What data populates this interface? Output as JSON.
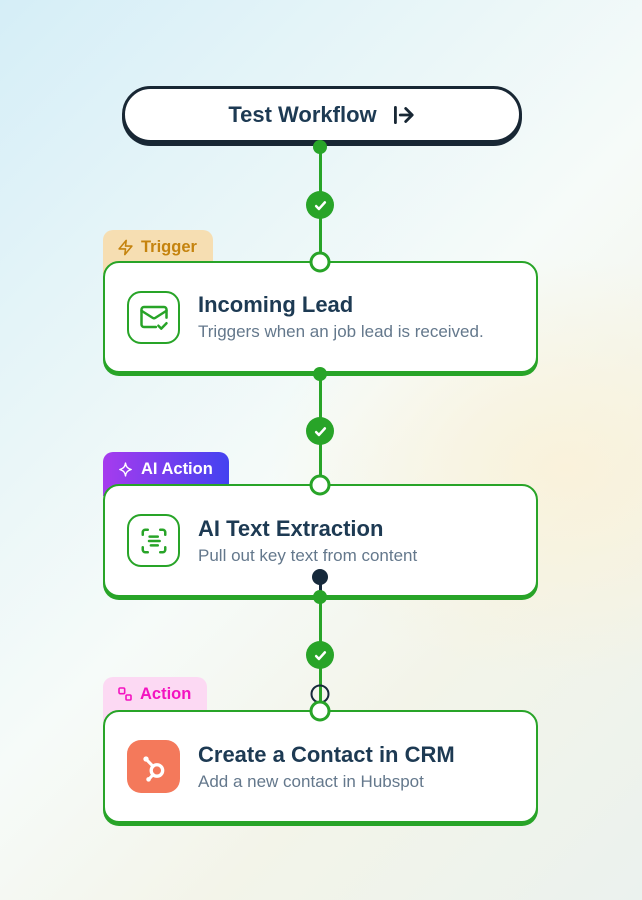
{
  "button": {
    "label": "Test Workflow",
    "icon": "run-arrow-icon"
  },
  "nodes": [
    {
      "badge": "Trigger",
      "badge_icon": "bolt-icon",
      "title": "Incoming Lead",
      "subtitle": "Triggers when an job lead is received.",
      "card_icon": "mail-check-icon"
    },
    {
      "badge": "AI Action",
      "badge_icon": "sparkle-icon",
      "title": "AI Text Extraction",
      "subtitle": "Pull out key text from content",
      "card_icon": "scan-text-icon"
    },
    {
      "badge": "Action",
      "badge_icon": "workflow-icon",
      "title": "Create a Contact in CRM",
      "subtitle": "Add a new contact in Hubspot",
      "card_icon": "hubspot-icon"
    }
  ],
  "connectors": [
    {
      "status": "completed",
      "icon": "check-icon"
    },
    {
      "status": "completed",
      "icon": "check-icon"
    },
    {
      "status": "completed",
      "icon": "check-icon"
    }
  ],
  "colors": {
    "accent_green": "#28a428",
    "navy_text": "#1d3a53",
    "dark_node": "#16293b",
    "subtitle_gray": "#64788c",
    "trigger_badge_bg": "#f6deb2",
    "trigger_badge_text": "#c5830e",
    "ai_badge_gradient_start": "#a63bee",
    "ai_badge_gradient_end": "#4442f0",
    "action_badge_bg": "#fcd9f3",
    "action_badge_text": "#f313c0",
    "hubspot_orange": "#f4795b",
    "button_border": "#182734"
  }
}
